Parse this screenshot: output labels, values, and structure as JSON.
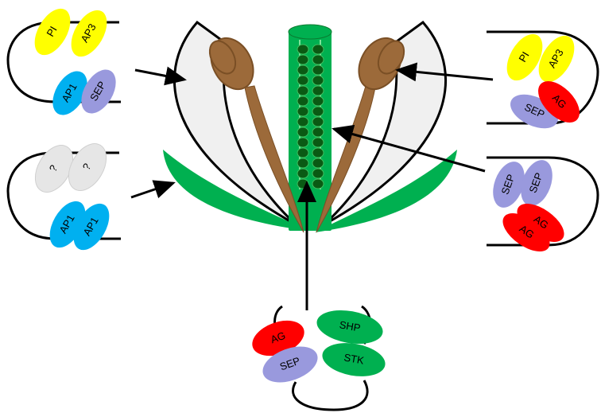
{
  "colors": {
    "petal_white": "#f0f0f0",
    "sepal_green": "#00b050",
    "stamen_brown": "#9c6a3a",
    "carpel_green": "#00b050",
    "ovule_dark": "#0a5a14",
    "PI": "#ffff00",
    "AP3": "#ffff00",
    "AP1": "#00b0f0",
    "SEP": "#9999dd",
    "AG": "#ff0000",
    "SHP": "#00b050",
    "STK": "#00b050",
    "unknown": "#e6e6e6"
  },
  "complexes": {
    "petal": {
      "p1": "PI",
      "p2": "AP3",
      "p3": "AP1",
      "p4": "SEP"
    },
    "sepal": {
      "p1": "?",
      "p2": "?",
      "p3": "AP1",
      "p4": "AP1"
    },
    "stamen": {
      "p1": "PI",
      "p2": "AP3",
      "p3": "SEP",
      "p4": "AG"
    },
    "carpel": {
      "p1": "SEP",
      "p2": "SEP",
      "p3": "AG",
      "p4": "AG"
    },
    "ovule": {
      "p1": "AG",
      "p2": "SHP",
      "p3": "SEP",
      "p4": "STK"
    }
  }
}
